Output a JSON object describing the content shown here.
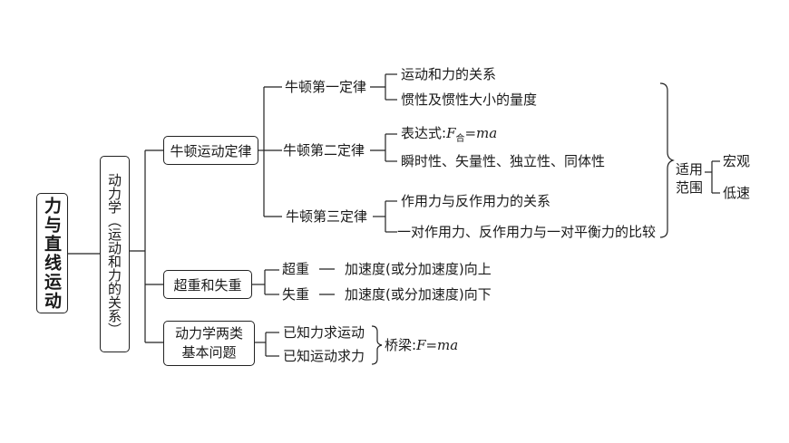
{
  "root": "力与直线运动",
  "level1": "动力学（运动和力的关系）",
  "branches": {
    "newton_laws": "牛顿运动定律",
    "overweight": "超重和失重",
    "two_problems": "动力学两类基本问题"
  },
  "laws": {
    "first": "牛顿第一定律",
    "second": "牛顿第二定律",
    "third": "牛顿第三定律"
  },
  "first_items": [
    "运动和力的关系",
    "惯性及惯性大小的量度"
  ],
  "second_items": {
    "expr_prefix": "表达式:",
    "expr_F": "F",
    "expr_sub": "合",
    "expr_rest": "=ma",
    "properties": "瞬时性、矢量性、独立性、同体性"
  },
  "third_items": [
    "作用力与反作用力的关系",
    "一对作用力、反作用力与一对平衡力的比较"
  ],
  "scope": {
    "label": "适用范围",
    "items": [
      "宏观",
      "低速"
    ]
  },
  "overweight_items": [
    {
      "label": "超重",
      "desc": "加速度(或分加速度)向上"
    },
    {
      "label": "失重",
      "desc": "加速度(或分加速度)向下"
    }
  ],
  "problem_items": [
    "已知力求运动",
    "已知运动求力"
  ],
  "bridge": {
    "prefix": "桥梁:",
    "formula": "F=ma"
  }
}
